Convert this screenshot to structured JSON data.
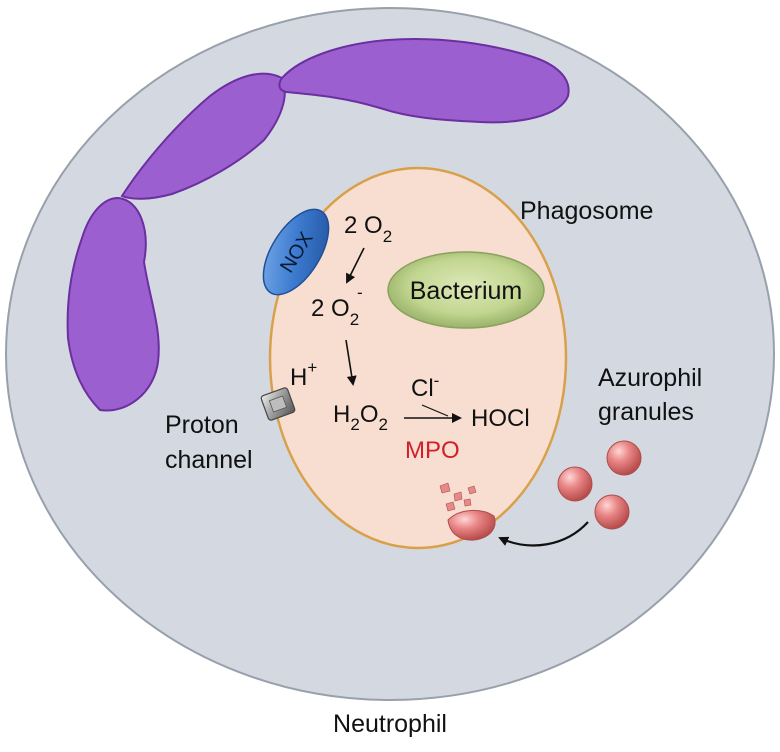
{
  "labels": {
    "neutrophil": "Neutrophil",
    "phagosome": "Phagosome",
    "bacterium": "Bacterium",
    "nox": "NOX",
    "proton_channel_line1": "Proton",
    "proton_channel_line2": "channel",
    "azurophil_line1": "Azurophil",
    "azurophil_line2": "granules",
    "mpo": "MPO"
  },
  "chemistry": {
    "oxygen": {
      "coef": "2 O",
      "sub": "2"
    },
    "superoxide": {
      "coef": "2 O",
      "sub": "2",
      "sup": "-"
    },
    "proton": {
      "base": "H",
      "sup": "+"
    },
    "peroxide": {
      "h": "H",
      "sub1": "2",
      "o": "O",
      "sub2": "2"
    },
    "chloride": {
      "base": "Cl",
      "sup": "-"
    },
    "hypochlorous": "HOCl"
  },
  "colors": {
    "cell": "#d4d9e1",
    "cell_border": "#98a0ab",
    "nucleus": "#9b5fd0",
    "nucleus_border": "#6b2fa0",
    "phagosome": "#f8ded0",
    "phagosome_border": "#d8a04a",
    "bacterium": "#c6d89a",
    "nox": "#3c7bd0",
    "granule": "#e57f7f",
    "mpo_text": "#d0202a"
  },
  "icons": [
    "proton-channel-icon",
    "granule-icon",
    "nox-enzyme-icon"
  ]
}
